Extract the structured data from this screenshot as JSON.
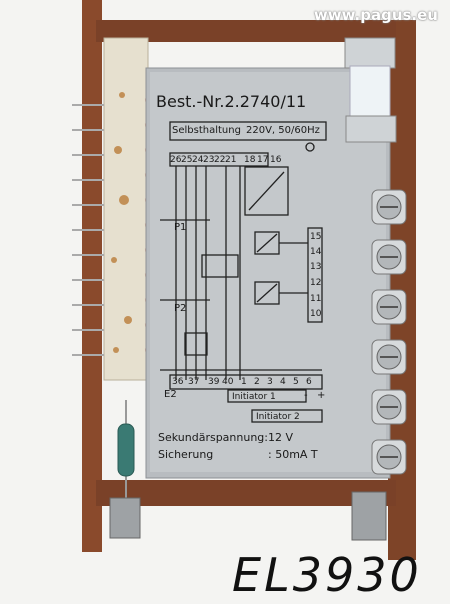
{
  "watermark": "www.pagus.eu",
  "module": {
    "part_number": "Best.-Nr.2.2740/11",
    "mode": "Selbsthaltung",
    "supply": "220V, 50/60Hz",
    "top_terminals": [
      "26",
      "25",
      "24",
      "23",
      "22",
      "21",
      "18",
      "17",
      "16"
    ],
    "right_terminals": [
      "15",
      "14",
      "13",
      "12",
      "11",
      "10"
    ],
    "bottom_terminals": [
      "36",
      "37",
      "39",
      "40",
      "1",
      "2",
      "3",
      "4",
      "5",
      "6"
    ],
    "labels": {
      "p1": "P1",
      "p2": "P2",
      "e2": "E2",
      "plus": "+",
      "minus": "-"
    },
    "initiator_1": "Initiator 1",
    "initiator_2": "Initiator 2",
    "secondary_voltage_label": "Sekundärspannung:",
    "secondary_voltage_value": "12 V",
    "fuse_label": "Sicherung",
    "fuse_value": ": 50mA T"
  },
  "handwritten_note": "EL3930",
  "colors": {
    "background": "#f4f4f2",
    "pcb": "#8a4a2c",
    "connector": "#e6e0cf",
    "metal_plate": "#b8bcc0",
    "capacitor": "#3a7a73"
  }
}
